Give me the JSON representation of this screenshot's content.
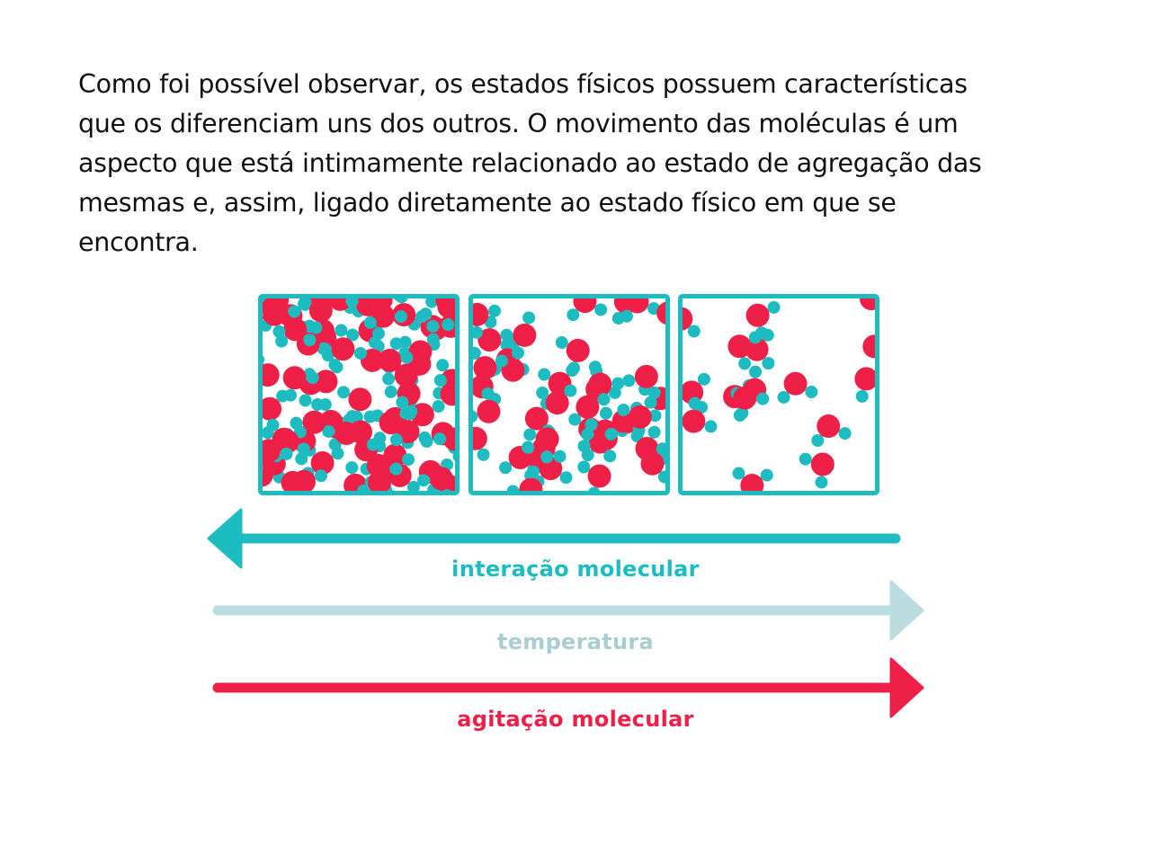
{
  "paragraph": {
    "lines": [
      "Como foi possível observar, os estados físicos possuem características",
      "que os diferenciam uns dos outros.  O movimento das moléculas é um",
      "aspecto que está intimamente relacionado ao estado de agregação das",
      "mesmas e, assim, ligado diretamente ao estado físico em que se",
      "encontra."
    ]
  },
  "diagram": {
    "arrows": [
      {
        "label": "interação molecular",
        "direction": "left",
        "color": "#1dbcc0"
      },
      {
        "label": "temperatura",
        "direction": "right",
        "color": "#bcdde0"
      },
      {
        "label": "agitação molecular",
        "direction": "right",
        "color": "#ee2048"
      }
    ],
    "colors": {
      "oxygen": "#ee2048",
      "hydrogen": "#1dbcc0",
      "bond": "#bcdde0",
      "frame": "#1dbcc0"
    }
  }
}
